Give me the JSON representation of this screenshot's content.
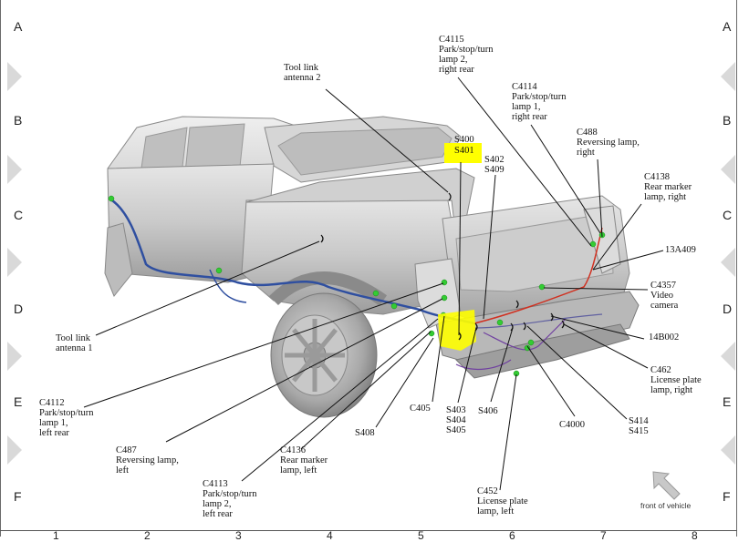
{
  "rows": [
    "A",
    "B",
    "C",
    "D",
    "E",
    "F"
  ],
  "cols": [
    "1",
    "2",
    "3",
    "4",
    "5",
    "6",
    "7",
    "8"
  ],
  "callouts": {
    "tool_link_antenna_2": "Tool link\nantenna 2",
    "tool_link_antenna_1": "Tool link\nantenna 1",
    "s400_s401_a": "S400",
    "s400_s401_b": "S401",
    "s402_s409": "S402\nS409",
    "c4115": "C4115\nPark/stop/turn\nlamp 2,\nright rear",
    "c4114": "C4114\nPark/stop/turn\nlamp 1,\nright rear",
    "c488": "C488\nReversing lamp,\nright",
    "c4138": "C4138\nRear marker\nlamp, right",
    "c13a409": "13A409",
    "c4357": "C4357\nVideo\ncamera",
    "c14b002": "14B002",
    "c462": "C462\nLicense plate\nlamp, right",
    "s414_s415": "S414\nS415",
    "c4000": "C4000",
    "c452": "C452\nLicense plate\nlamp, left",
    "s406": "S406",
    "s403_s405": "S403\nS404\nS405",
    "c405": "C405",
    "s408": "S408",
    "c4136": "C4136\nRear marker\nlamp, left",
    "c4113": "C4113\nPark/stop/turn\nlamp 2,\nleft rear",
    "c487": "C487\nReversing lamp,\nleft",
    "c4112": "C4112\nPark/stop/turn\nlamp 1,\nleft rear"
  },
  "front_of_vehicle": "front of vehicle",
  "colors": {
    "highlight": "#ffff00",
    "harness_blue": "#2f4fa0",
    "harness_red": "#d03020",
    "connector_green": "#33cc33"
  }
}
